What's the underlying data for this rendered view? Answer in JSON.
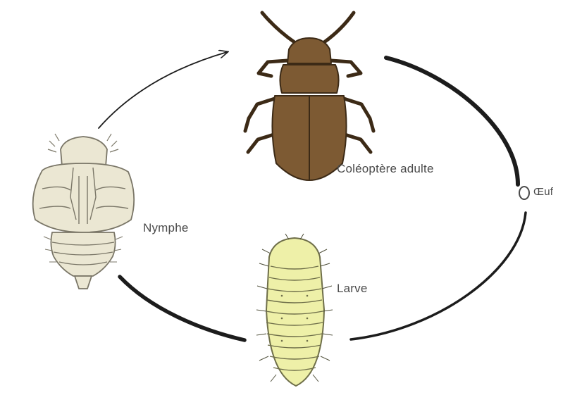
{
  "diagram": {
    "stages": {
      "adult": "Coléoptère adulte",
      "egg": "Œuf",
      "nymph": "Nymphe",
      "larva": "Larve"
    },
    "colors": {
      "adult_body": "#7d5a33",
      "adult_outline": "#3c2a16",
      "larva_body": "#eef0a8",
      "larva_outline": "#6f6f4a",
      "nymph_body": "#ebe7d3",
      "nymph_outline": "#7a7667",
      "cycle_line": "#1c1c1c"
    },
    "icons": [
      "adult-beetle-icon",
      "egg-icon",
      "larva-icon",
      "nymph-pupa-icon",
      "cycle-arrow-icon"
    ]
  }
}
